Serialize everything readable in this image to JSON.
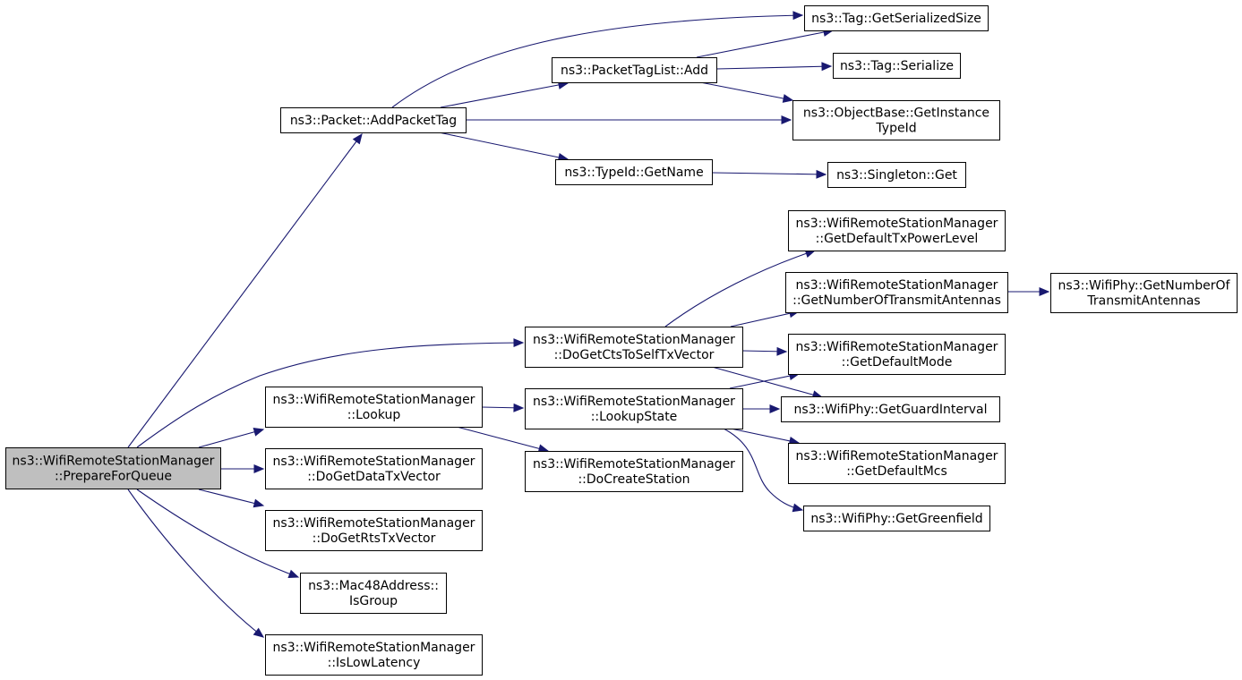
{
  "colors": {
    "edge": "#191970",
    "root_fill": "#bfbfbf",
    "node_fill": "#ffffff",
    "border": "#000000"
  },
  "nodes": {
    "prepare": {
      "lines": [
        "ns3::WifiRemoteStationManager",
        "::PrepareForQueue"
      ],
      "root": true
    },
    "addPacketTag": {
      "lines": [
        "ns3::Packet::AddPacketTag"
      ]
    },
    "ptlAdd": {
      "lines": [
        "ns3::PacketTagList::Add"
      ]
    },
    "tagGetSerializedSize": {
      "lines": [
        "ns3::Tag::GetSerializedSize"
      ]
    },
    "tagSerialize": {
      "lines": [
        "ns3::Tag::Serialize"
      ]
    },
    "objGetInstanceTypeId": {
      "lines": [
        "ns3::ObjectBase::GetInstance",
        "TypeId"
      ]
    },
    "typeIdGetName": {
      "lines": [
        "ns3::TypeId::GetName"
      ]
    },
    "singletonGet": {
      "lines": [
        "ns3::Singleton::Get"
      ]
    },
    "getDefaultTxPowerLevel": {
      "lines": [
        "ns3::WifiRemoteStationManager",
        "::GetDefaultTxPowerLevel"
      ]
    },
    "getNumTxAntMgr": {
      "lines": [
        "ns3::WifiRemoteStationManager",
        "::GetNumberOfTransmitAntennas"
      ]
    },
    "phyGetNumTxAnt": {
      "lines": [
        "ns3::WifiPhy::GetNumberOf",
        "TransmitAntennas"
      ]
    },
    "doGetCtsToSelf": {
      "lines": [
        "ns3::WifiRemoteStationManager",
        "::DoGetCtsToSelfTxVector"
      ]
    },
    "getDefaultMode": {
      "lines": [
        "ns3::WifiRemoteStationManager",
        "::GetDefaultMode"
      ]
    },
    "lookup": {
      "lines": [
        "ns3::WifiRemoteStationManager",
        "::Lookup"
      ]
    },
    "lookupState": {
      "lines": [
        "ns3::WifiRemoteStationManager",
        "::LookupState"
      ]
    },
    "getGuardInterval": {
      "lines": [
        "ns3::WifiPhy::GetGuardInterval"
      ]
    },
    "getDefaultMcs": {
      "lines": [
        "ns3::WifiRemoteStationManager",
        "::GetDefaultMcs"
      ]
    },
    "doGetDataTxVector": {
      "lines": [
        "ns3::WifiRemoteStationManager",
        "::DoGetDataTxVector"
      ]
    },
    "doCreateStation": {
      "lines": [
        "ns3::WifiRemoteStationManager",
        "::DoCreateStation"
      ]
    },
    "getGreenfield": {
      "lines": [
        "ns3::WifiPhy::GetGreenfield"
      ]
    },
    "doGetRtsTxVector": {
      "lines": [
        "ns3::WifiRemoteStationManager",
        "::DoGetRtsTxVector"
      ]
    },
    "macIsGroup": {
      "lines": [
        "ns3::Mac48Address::",
        "IsGroup"
      ]
    },
    "isLowLatency": {
      "lines": [
        "ns3::WifiRemoteStationManager",
        "::IsLowLatency"
      ]
    }
  },
  "edges": [
    {
      "from": "prepare",
      "to": "addPacketTag"
    },
    {
      "from": "prepare",
      "to": "doGetCtsToSelf"
    },
    {
      "from": "prepare",
      "to": "lookup"
    },
    {
      "from": "prepare",
      "to": "doGetDataTxVector"
    },
    {
      "from": "prepare",
      "to": "doGetRtsTxVector"
    },
    {
      "from": "prepare",
      "to": "macIsGroup"
    },
    {
      "from": "prepare",
      "to": "isLowLatency"
    },
    {
      "from": "addPacketTag",
      "to": "tagGetSerializedSize"
    },
    {
      "from": "addPacketTag",
      "to": "ptlAdd"
    },
    {
      "from": "addPacketTag",
      "to": "objGetInstanceTypeId"
    },
    {
      "from": "addPacketTag",
      "to": "typeIdGetName"
    },
    {
      "from": "ptlAdd",
      "to": "tagGetSerializedSize"
    },
    {
      "from": "ptlAdd",
      "to": "tagSerialize"
    },
    {
      "from": "ptlAdd",
      "to": "objGetInstanceTypeId"
    },
    {
      "from": "typeIdGetName",
      "to": "singletonGet"
    },
    {
      "from": "doGetCtsToSelf",
      "to": "getDefaultTxPowerLevel"
    },
    {
      "from": "doGetCtsToSelf",
      "to": "getNumTxAntMgr"
    },
    {
      "from": "doGetCtsToSelf",
      "to": "getDefaultMode"
    },
    {
      "from": "doGetCtsToSelf",
      "to": "getGuardInterval"
    },
    {
      "from": "getNumTxAntMgr",
      "to": "phyGetNumTxAnt"
    },
    {
      "from": "lookup",
      "to": "lookupState"
    },
    {
      "from": "lookup",
      "to": "doCreateStation"
    },
    {
      "from": "lookupState",
      "to": "getDefaultMode"
    },
    {
      "from": "lookupState",
      "to": "getGuardInterval"
    },
    {
      "from": "lookupState",
      "to": "getDefaultMcs"
    },
    {
      "from": "lookupState",
      "to": "getGreenfield"
    }
  ]
}
